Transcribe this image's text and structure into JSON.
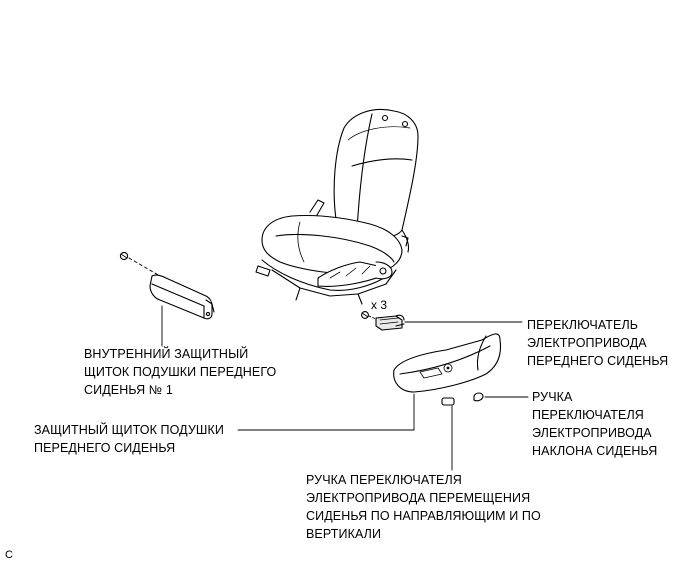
{
  "labels": {
    "inner_shield": "ВНУТРЕННИЙ ЗАЩИТНЫЙ\nЩИТОК ПОДУШКИ ПЕРЕДНЕГО\nСИДЕНЬЯ № 1",
    "cushion_shield": "ЗАЩИТНЫЙ ЩИТОК ПОДУШКИ\nПЕРЕДНЕГО СИДЕНЬЯ",
    "power_switch": "ПЕРЕКЛЮЧАТЕЛЬ\nЭЛЕКТРОПРИВОДА\nПЕРЕДНЕГО СИДЕНЬЯ",
    "recline_knob": "РУЧКА\nПЕРЕКЛЮЧАТЕЛЯ\nЭЛЕКТРОПРИВОДА\nНАКЛОНА СИДЕНЬЯ",
    "slide_knob": "РУЧКА ПЕРЕКЛЮЧАТЕЛЯ\nЭЛЕКТРОПРИВОДА ПЕРЕМЕЩЕНИЯ\nСИДЕНЬЯ ПО НАПРАВЛЯЮЩИМ И ПО\nВЕРТИКАЛИ"
  },
  "screw_quantity": "x 3",
  "corner_code": "C",
  "colors": {
    "line": "#000000",
    "shade": "#d9d9d9",
    "background": "#ffffff"
  }
}
